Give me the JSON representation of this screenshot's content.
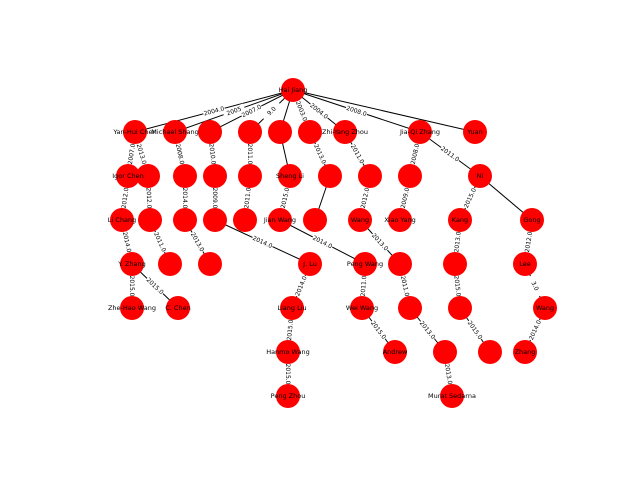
{
  "graph": {
    "node_color": "#ff0000",
    "edge_color": "#000000",
    "label_color": "#000000",
    "nodes": [
      {
        "id": "r",
        "label": "Hai Jiang"
      },
      {
        "id": "a1",
        "label": "Yan-Hui Chen"
      },
      {
        "id": "a2",
        "label": "Michael Shang"
      },
      {
        "id": "a3",
        "label": ""
      },
      {
        "id": "a4",
        "label": ""
      },
      {
        "id": "a5",
        "label": ""
      },
      {
        "id": "a6",
        "label": ""
      },
      {
        "id": "a7",
        "label": "Zhi-Yang Zhou"
      },
      {
        "id": "a8",
        "label": "Jia-Qi Zhang"
      },
      {
        "id": "a9",
        "label": "Yuan"
      },
      {
        "id": "b1",
        "label": "Igor Chen"
      },
      {
        "id": "b2",
        "label": ""
      },
      {
        "id": "b3",
        "label": ""
      },
      {
        "id": "b4",
        "label": ""
      },
      {
        "id": "b5",
        "label": ""
      },
      {
        "id": "b6",
        "label": "Sheng Li"
      },
      {
        "id": "b7",
        "label": ""
      },
      {
        "id": "b8",
        "label": ""
      },
      {
        "id": "b9",
        "label": ""
      },
      {
        "id": "b10",
        "label": "Ni"
      },
      {
        "id": "c1",
        "label": "Li Chang"
      },
      {
        "id": "c2",
        "label": ""
      },
      {
        "id": "c3",
        "label": ""
      },
      {
        "id": "c4",
        "label": ""
      },
      {
        "id": "c5",
        "label": ""
      },
      {
        "id": "c6",
        "label": "Jian Wang"
      },
      {
        "id": "c7",
        "label": ""
      },
      {
        "id": "c8",
        "label": "Wang"
      },
      {
        "id": "c9",
        "label": "Xiao Yang"
      },
      {
        "id": "c10",
        "label": "Kang"
      },
      {
        "id": "c11",
        "label": "Gong"
      },
      {
        "id": "d1",
        "label": "Y. Zhang"
      },
      {
        "id": "d2",
        "label": ""
      },
      {
        "id": "d3",
        "label": ""
      },
      {
        "id": "d4",
        "label": "J. Lu"
      },
      {
        "id": "d5",
        "label": "Peng Wang"
      },
      {
        "id": "d6",
        "label": ""
      },
      {
        "id": "d7",
        "label": ""
      },
      {
        "id": "d8",
        "label": "Lee"
      },
      {
        "id": "e1",
        "label": "Zhe-Hao Wang"
      },
      {
        "id": "e2",
        "label": "C. Chen"
      },
      {
        "id": "e3",
        "label": "Liang Liu"
      },
      {
        "id": "e4",
        "label": "Wei Wang"
      },
      {
        "id": "e5",
        "label": ""
      },
      {
        "id": "e6",
        "label": ""
      },
      {
        "id": "e7",
        "label": "Wang"
      },
      {
        "id": "f1",
        "label": "Hanmo Wang"
      },
      {
        "id": "f2",
        "label": "Andrew"
      },
      {
        "id": "f3",
        "label": ""
      },
      {
        "id": "f4",
        "label": ""
      },
      {
        "id": "f5",
        "label": "Zhang"
      },
      {
        "id": "g1",
        "label": "Peng Zhou"
      },
      {
        "id": "g2",
        "label": "Murat Sedarna"
      }
    ],
    "edges": [
      {
        "from": "r",
        "to": "a1",
        "label": "2004.0"
      },
      {
        "from": "r",
        "to": "a2",
        "label": "2005"
      },
      {
        "from": "r",
        "to": "a3",
        "label": "2007.0"
      },
      {
        "from": "r",
        "to": "a4",
        "label": "9.0"
      },
      {
        "from": "r",
        "to": "a5",
        "label": ""
      },
      {
        "from": "r",
        "to": "a6",
        "label": "2003.0"
      },
      {
        "from": "r",
        "to": "a7",
        "label": "2004.0"
      },
      {
        "from": "r",
        "to": "a8",
        "label": "2008.0"
      },
      {
        "from": "r",
        "to": "a9",
        "label": ""
      },
      {
        "from": "a1",
        "to": "b1",
        "label": "2007.0"
      },
      {
        "from": "a1",
        "to": "b2",
        "label": "2013.0"
      },
      {
        "from": "a2",
        "to": "b3",
        "label": "2008.0"
      },
      {
        "from": "a3",
        "to": "b4",
        "label": "2010.0"
      },
      {
        "from": "a4",
        "to": "b5",
        "label": "2011.0"
      },
      {
        "from": "a5",
        "to": "b6",
        "label": ""
      },
      {
        "from": "a6",
        "to": "b7",
        "label": "2013.0"
      },
      {
        "from": "a7",
        "to": "b8",
        "label": "2011.0"
      },
      {
        "from": "a8",
        "to": "b9",
        "label": "2008.0"
      },
      {
        "from": "a8",
        "to": "b10",
        "label": "2011.0"
      },
      {
        "from": "b1",
        "to": "c1",
        "label": "2012.0"
      },
      {
        "from": "b2",
        "to": "c2",
        "label": "2012.0"
      },
      {
        "from": "b3",
        "to": "c3",
        "label": "2014.0"
      },
      {
        "from": "b4",
        "to": "c4",
        "label": "2009.0"
      },
      {
        "from": "b5",
        "to": "c5",
        "label": "2011.0"
      },
      {
        "from": "b6",
        "to": "c6",
        "label": "2015.0"
      },
      {
        "from": "b7",
        "to": "c7",
        "label": ""
      },
      {
        "from": "b8",
        "to": "c8",
        "label": "2012.0"
      },
      {
        "from": "b9",
        "to": "c9",
        "label": "2009.0"
      },
      {
        "from": "b10",
        "to": "c10",
        "label": "2015.0"
      },
      {
        "from": "b10",
        "to": "c11",
        "label": ""
      },
      {
        "from": "c1",
        "to": "d1",
        "label": "2014.0"
      },
      {
        "from": "c2",
        "to": "d2",
        "label": "2011.0"
      },
      {
        "from": "c3",
        "to": "d3",
        "label": "2013.0"
      },
      {
        "from": "c4",
        "to": "d4",
        "label": "2014.0"
      },
      {
        "from": "c6",
        "to": "d5",
        "label": "2014.0"
      },
      {
        "from": "c8",
        "to": "d6",
        "label": "2013.0"
      },
      {
        "from": "c10",
        "to": "d7",
        "label": "2013.0"
      },
      {
        "from": "c11",
        "to": "d8",
        "label": "2012.0"
      },
      {
        "from": "d1",
        "to": "e1",
        "label": "2015.0"
      },
      {
        "from": "d1",
        "to": "e2",
        "label": "2015.0"
      },
      {
        "from": "d4",
        "to": "e3",
        "label": "2014.0"
      },
      {
        "from": "d5",
        "to": "e4",
        "label": "2011.0"
      },
      {
        "from": "d6",
        "to": "e5",
        "label": "2011.0"
      },
      {
        "from": "d7",
        "to": "e6",
        "label": "2015.0"
      },
      {
        "from": "d8",
        "to": "e7",
        "label": "3.0"
      },
      {
        "from": "e3",
        "to": "f1",
        "label": "2015.0"
      },
      {
        "from": "e4",
        "to": "f2",
        "label": "2015.0"
      },
      {
        "from": "e5",
        "to": "f3",
        "label": "2013.0"
      },
      {
        "from": "e6",
        "to": "f4",
        "label": "2015.0"
      },
      {
        "from": "e7",
        "to": "f5",
        "label": "2014.0"
      },
      {
        "from": "f1",
        "to": "g1",
        "label": "2015.0"
      },
      {
        "from": "f3",
        "to": "g2",
        "label": "2013.0"
      }
    ]
  }
}
